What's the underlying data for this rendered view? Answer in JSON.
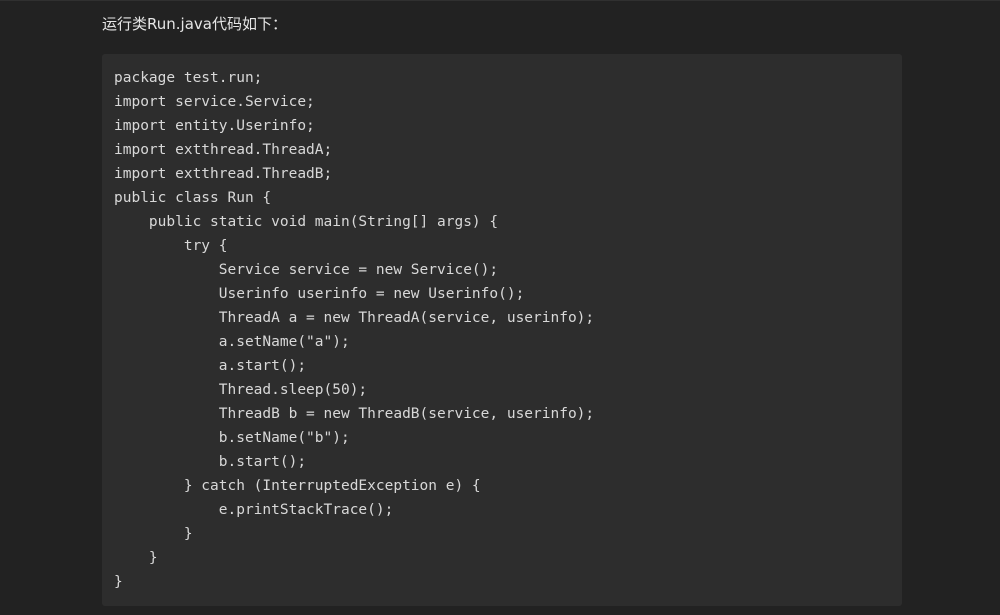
{
  "intro_text": "运行类Run.java代码如下：",
  "code_lines": [
    "package test.run;",
    "import service.Service;",
    "import entity.Userinfo;",
    "import extthread.ThreadA;",
    "import extthread.ThreadB;",
    "public class Run {",
    "    public static void main(String[] args) {",
    "        try {",
    "            Service service = new Service();",
    "            Userinfo userinfo = new Userinfo();",
    "            ThreadA a = new ThreadA(service, userinfo);",
    "            a.setName(\"a\");",
    "            a.start();",
    "            Thread.sleep(50);",
    "            ThreadB b = new ThreadB(service, userinfo);",
    "            b.setName(\"b\");",
    "            b.start();",
    "        } catch (InterruptedException e) {",
    "            e.printStackTrace();",
    "        }",
    "    }",
    "}"
  ],
  "colors": {
    "page_background": "#222222",
    "code_background": "#2d2d2d",
    "text": "#e6e6e6",
    "code_text": "#d8d8d8"
  }
}
